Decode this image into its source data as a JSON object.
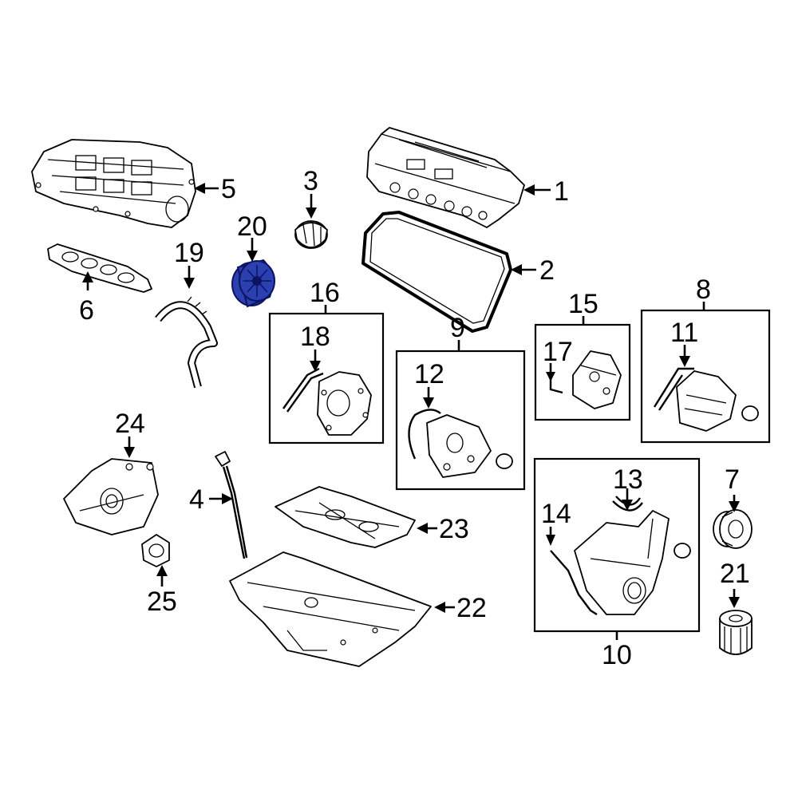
{
  "callouts": [
    {
      "id": "c1",
      "number": "1"
    },
    {
      "id": "c2",
      "number": "2"
    },
    {
      "id": "c3",
      "number": "3"
    },
    {
      "id": "c4",
      "number": "4"
    },
    {
      "id": "c5",
      "number": "5"
    },
    {
      "id": "c6",
      "number": "6"
    },
    {
      "id": "c7",
      "number": "7"
    },
    {
      "id": "c8",
      "number": "8"
    },
    {
      "id": "c9",
      "number": "9"
    },
    {
      "id": "c10",
      "number": "10"
    },
    {
      "id": "c11",
      "number": "11"
    },
    {
      "id": "c12",
      "number": "12"
    },
    {
      "id": "c13",
      "number": "13"
    },
    {
      "id": "c14",
      "number": "14"
    },
    {
      "id": "c15",
      "number": "15"
    },
    {
      "id": "c16",
      "number": "16"
    },
    {
      "id": "c17",
      "number": "17"
    },
    {
      "id": "c18",
      "number": "18"
    },
    {
      "id": "c19",
      "number": "19"
    },
    {
      "id": "c20",
      "number": "20"
    },
    {
      "id": "c21",
      "number": "21"
    },
    {
      "id": "c22",
      "number": "22"
    },
    {
      "id": "c23",
      "number": "23"
    },
    {
      "id": "c24",
      "number": "24"
    },
    {
      "id": "c25",
      "number": "25"
    }
  ],
  "highlighted_part": "20",
  "colors": {
    "highlight_fill": "#2b3fb0",
    "line": "#000000",
    "background": "#ffffff"
  }
}
